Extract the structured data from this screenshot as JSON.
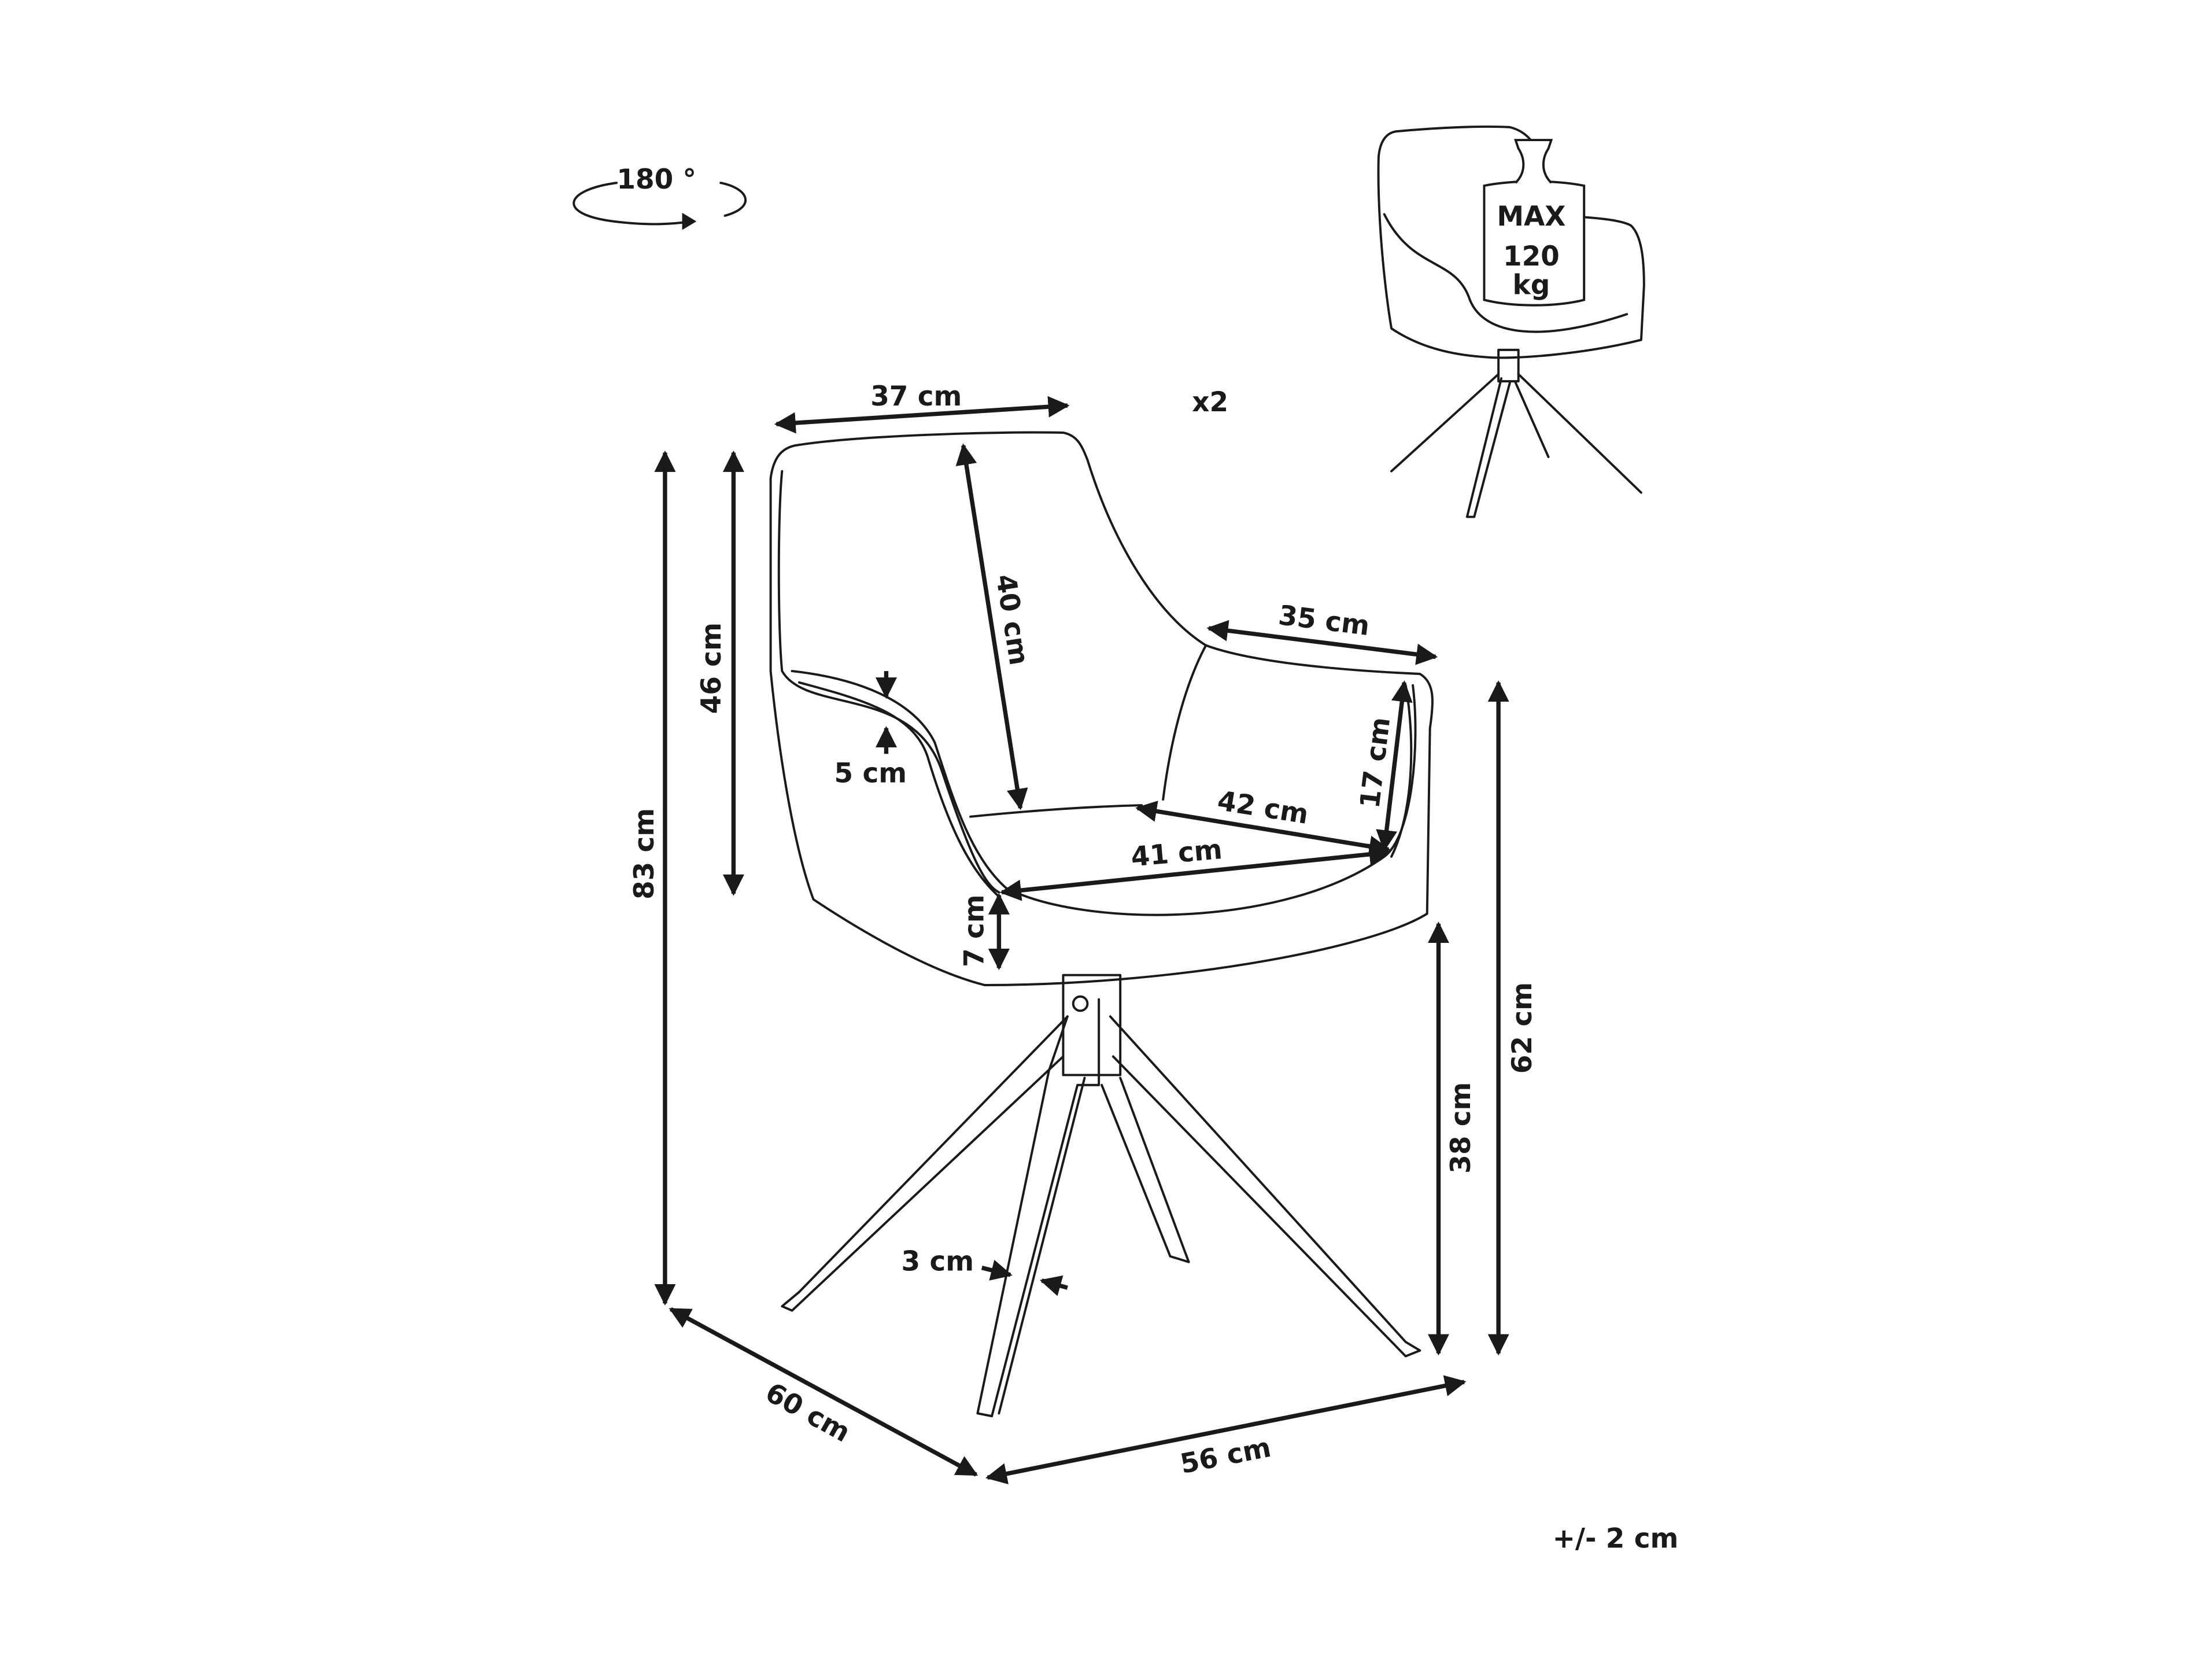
{
  "title_multiplier": "x2",
  "rotation": {
    "label": "180 °",
    "icon": "rotate-icon"
  },
  "max_load": {
    "line1": "MAX",
    "line2": "120",
    "line3": "kg",
    "icon": "weight-icon"
  },
  "dimensions": {
    "back_width": "37 cm",
    "back_height": "46 cm",
    "total_height": "83 cm",
    "backrest_depth": "40 cm",
    "armrest_length": "35 cm",
    "armrest_height": "17 cm",
    "seat_width": "42 cm",
    "seat_depth": "41 cm",
    "armrest_thickness": "5 cm",
    "seat_thickness": "7 cm",
    "seat_height": "38 cm",
    "arm_height": "62 cm",
    "leg_width": "3 cm",
    "depth": "60 cm",
    "width": "56 cm"
  },
  "tolerance": "+/- 2 cm",
  "colors": {
    "line": "#1a1a1a",
    "background": "#ffffff"
  }
}
